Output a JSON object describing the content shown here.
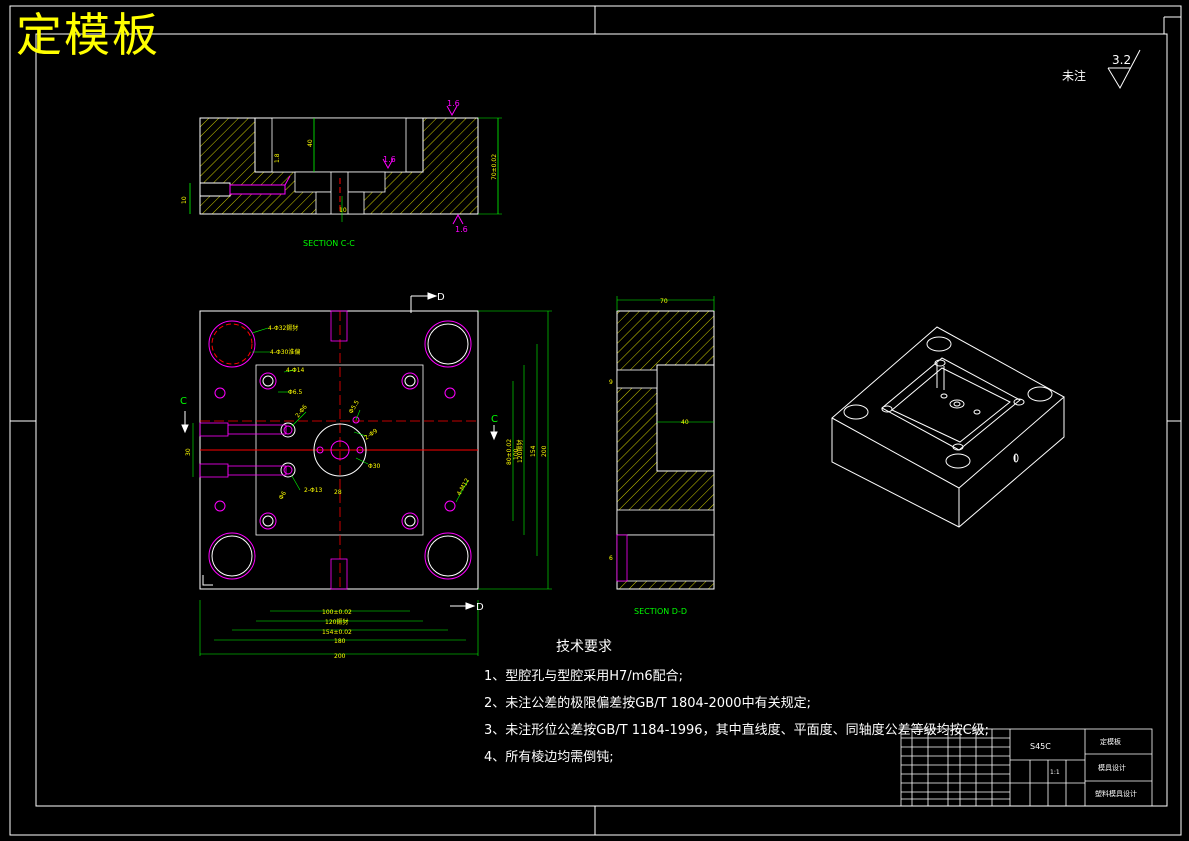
{
  "title": "定模板",
  "unmarked_note": "未注",
  "roughness": {
    "main": "3.2",
    "c_top": "1.6",
    "c_inner": "1.6",
    "c_bottom": "1.6"
  },
  "section_cc": "SECTION C-C",
  "section_dd": "SECTION D-D",
  "section_markers": {
    "c": "C",
    "d": "D"
  },
  "dims_cc": {
    "depth": "40",
    "height": "70±0.02",
    "small": "1.8",
    "side": "10",
    "pin": "10"
  },
  "dims_front": {
    "w100": "100±0.02",
    "w120": "120鍜犲",
    "w154": "154±0.02",
    "w180": "180",
    "w200": "200",
    "h_small": "30",
    "h200": "200",
    "h80": "80±0.02",
    "h100": "100",
    "h120": "120鍜犲",
    "h154": "154",
    "w28": "28",
    "callouts": [
      "4-Φ32鍜犲",
      "4-Φ30淮偏",
      "4-Φ14",
      "Φ6.5",
      "Φ5.5",
      "2-Φ6",
      "2-Φ13",
      "2-Φ9",
      "Φ30",
      "4-M12",
      "Φ6"
    ]
  },
  "dims_dd": {
    "top": "70",
    "depth": "40",
    "a": "9",
    "b": "6"
  },
  "tech_title": "技术要求",
  "tech_notes": [
    "1、型腔孔与型腔采用H7/m6配合;",
    "2、未注公差的极限偏差按GB/T 1804-2000中有关规定;",
    "3、未注形位公差按GB/T 1184-1996，其中直线度、平面度、同轴度公差等级均按C级;",
    "4、所有棱边均需倒钝;"
  ],
  "title_block": {
    "material": "S45C",
    "r1": "定模板",
    "r2": "模具设计",
    "r3": "塑料模具设计",
    "scale": "1:1"
  },
  "colors": {
    "frame": "#ffffff",
    "title": "#ffff00",
    "part": "#ffffff",
    "hatch": "#ffff00",
    "dim": "#ffff00",
    "center": "#ff0000",
    "hole": "#ff00ff",
    "lead": "#00ff00",
    "roughness": "#ff00ff",
    "section_text": "#00ff00"
  }
}
